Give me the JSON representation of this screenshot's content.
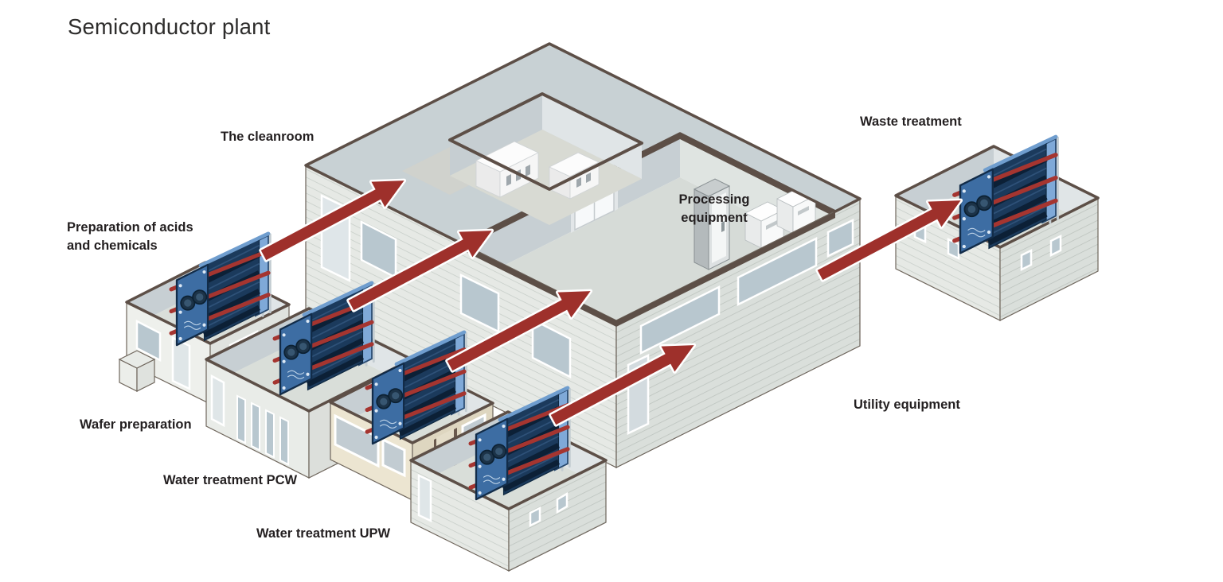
{
  "title": "Semiconductor plant",
  "labels": {
    "cleanroom": "The cleanroom",
    "preparation": "Preparation of acids and chemicals",
    "wafer_preparation": "Wafer preparation",
    "water_treatment_pcw": "Water treatment PCW",
    "water_treatment_upw": "Water treatment UPW",
    "processing_equipment": "Processing equipment",
    "waste_treatment": "Waste treatment",
    "utility_equipment": "Utility equipment"
  },
  "colors": {
    "arrow_red": "#9e302b",
    "heat_exchanger_blue": "#3d6da3",
    "plate_pack_navy": "#1b3a5c",
    "tie_bar_red": "#a53530",
    "roof_gray": "#c8d1d4",
    "trim_brown": "#5d4f47",
    "wall_light": "#e6e9e5",
    "beige_wall": "#ece5d1",
    "background": "#ffffff",
    "text": "#231f20"
  },
  "flow_arrows": [
    {
      "from": "Preparation of acids and chemicals",
      "to": "The cleanroom"
    },
    {
      "from": "Wafer preparation",
      "to": "The cleanroom"
    },
    {
      "from": "Water treatment PCW",
      "to": "The cleanroom"
    },
    {
      "from": "Water treatment UPW",
      "to": "Utility equipment"
    },
    {
      "from": "Utility equipment",
      "to": "Waste treatment"
    }
  ]
}
